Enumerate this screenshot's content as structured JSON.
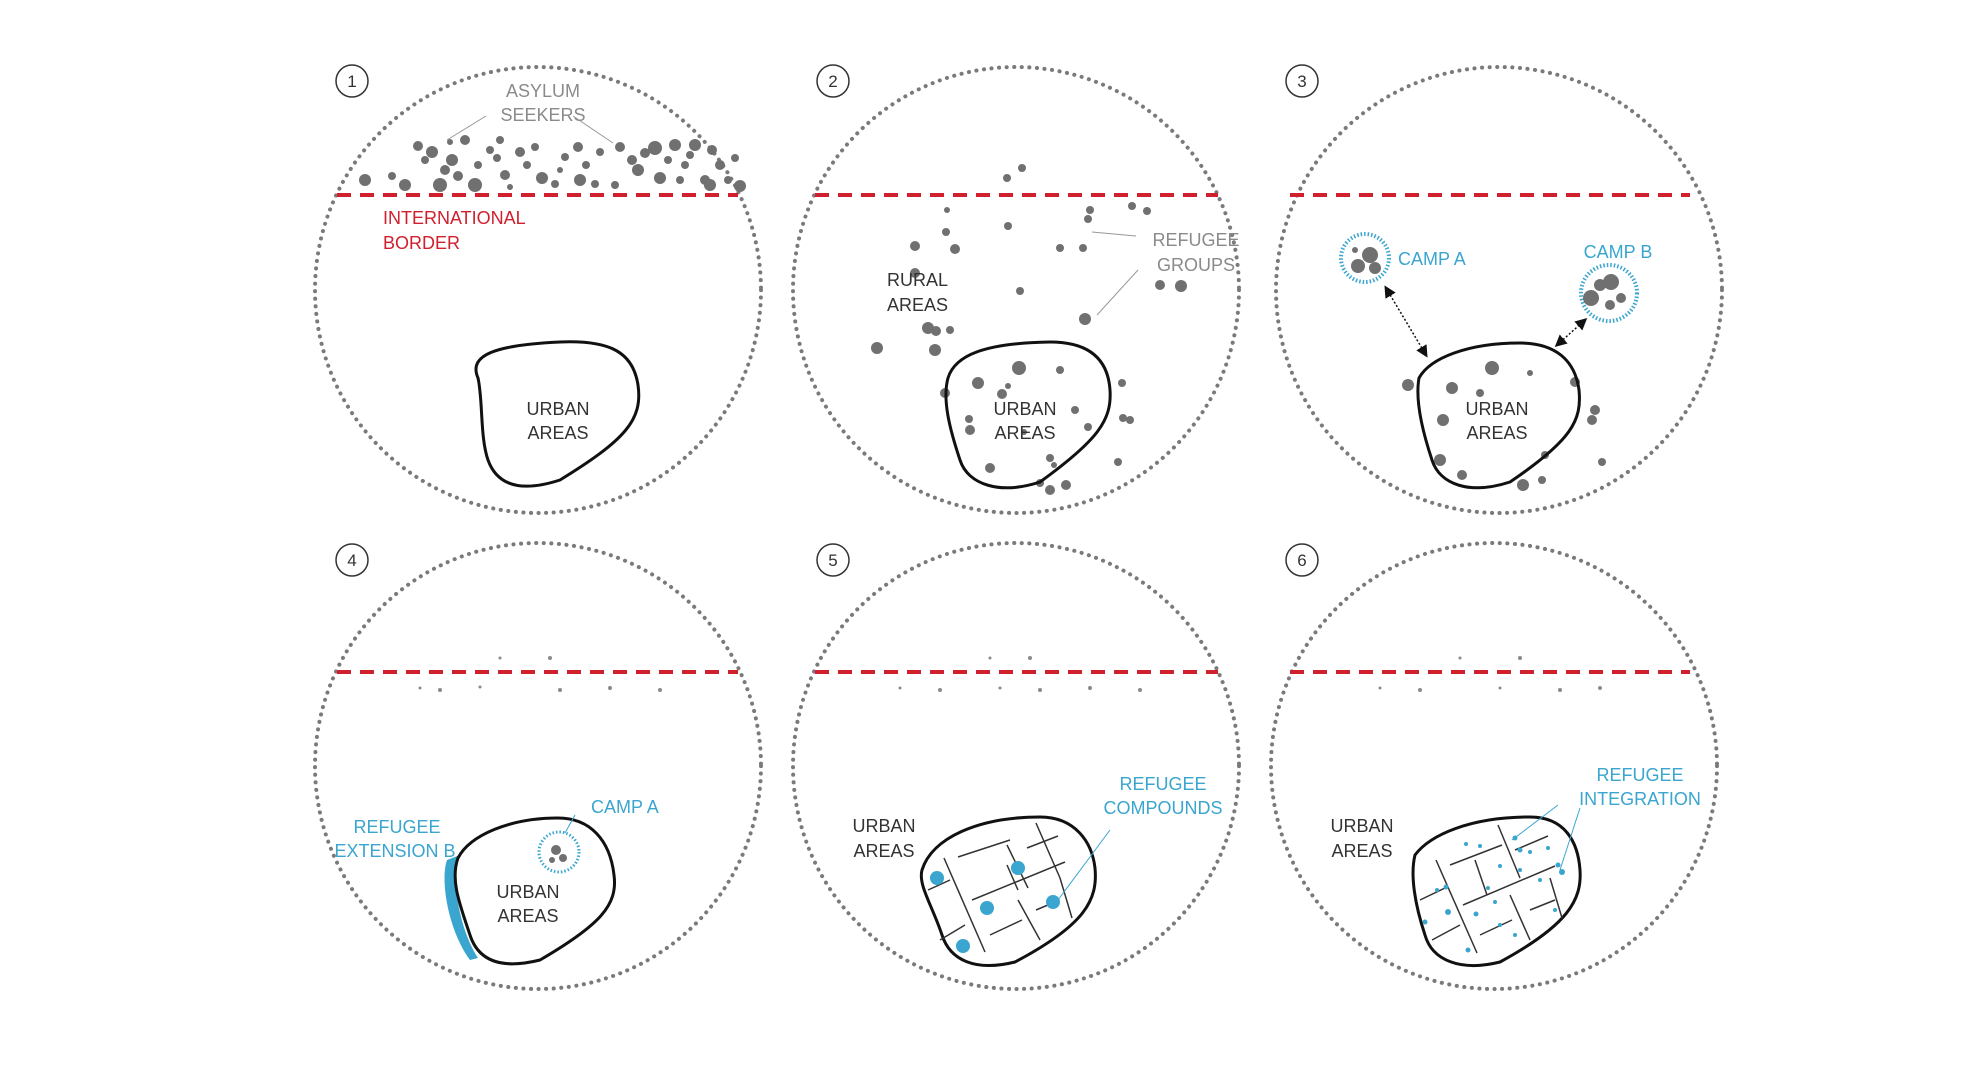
{
  "diagram": {
    "panels": [
      {
        "number": "1",
        "labels": {
          "asylum_seekers": [
            "ASYLUM",
            "SEEKERS"
          ],
          "border": [
            "INTERNATIONAL",
            "BORDER"
          ],
          "urban": [
            "URBAN",
            "AREAS"
          ]
        }
      },
      {
        "number": "2",
        "labels": {
          "rural": [
            "RURAL",
            "AREAS"
          ],
          "refugee_groups": [
            "REFUGEE",
            "GROUPS"
          ],
          "urban": [
            "URBAN",
            "AREAS"
          ]
        }
      },
      {
        "number": "3",
        "labels": {
          "camp_a": "CAMP A",
          "camp_b": "CAMP B",
          "urban": [
            "URBAN",
            "AREAS"
          ]
        }
      },
      {
        "number": "4",
        "labels": {
          "extension": [
            "REFUGEE",
            "EXTENSION B"
          ],
          "camp_a": "CAMP A",
          "urban": [
            "URBAN",
            "AREAS"
          ]
        }
      },
      {
        "number": "5",
        "labels": {
          "compounds": [
            "REFUGEE",
            "COMPOUNDS"
          ],
          "urban": [
            "URBAN",
            "AREAS"
          ]
        }
      },
      {
        "number": "6",
        "labels": {
          "integration": [
            "REFUGEE",
            "INTEGRATION"
          ],
          "urban": [
            "URBAN",
            "AREAS"
          ]
        }
      }
    ],
    "colors": {
      "border_red": "#d0202e",
      "refugee_blue": "#3aa5cf",
      "population_grey": "#707070",
      "urban_outline": "#111111",
      "text_dark": "#333333",
      "text_grey": "#8a8a8a"
    }
  }
}
